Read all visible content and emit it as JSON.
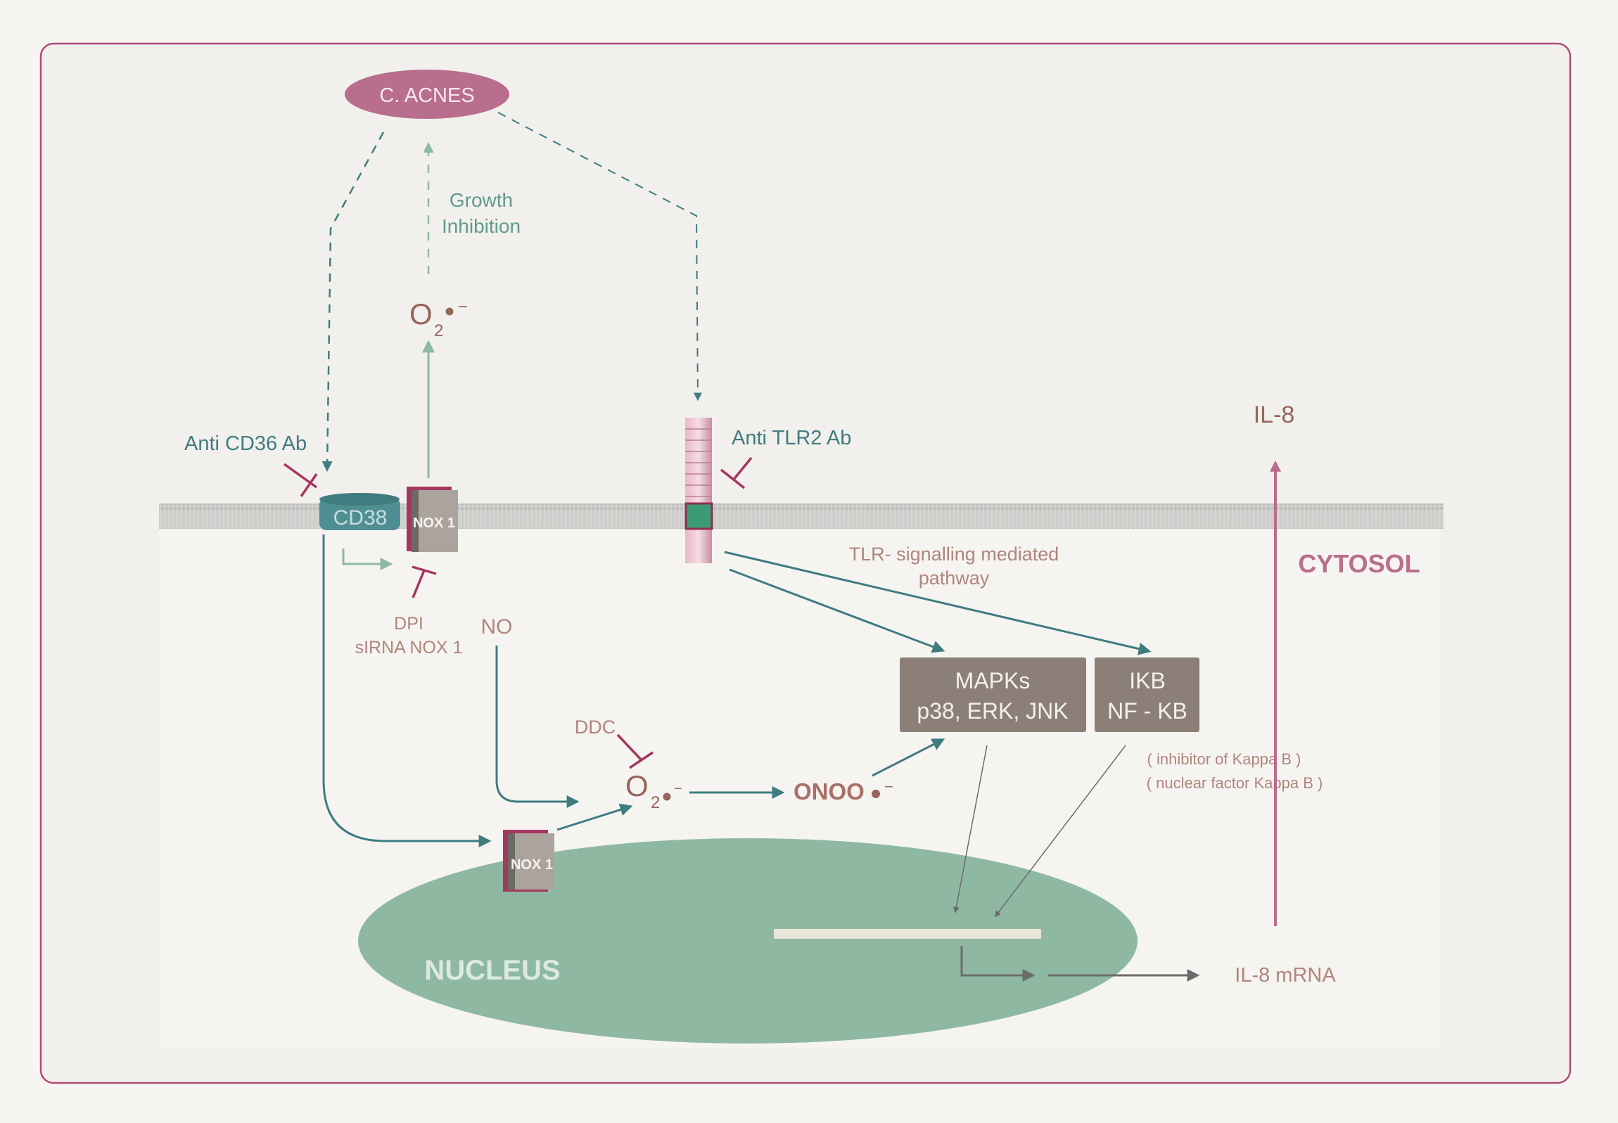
{
  "labels": {
    "c_acnes": "C. ACNES",
    "growth_1": "Growth",
    "growth_2": "Inhibition",
    "o2": "O",
    "o2_sub": "2",
    "radical_minus": "−",
    "anti_cd36": "Anti CD36 Ab",
    "anti_tlr2": "Anti TLR2 Ab",
    "cd38": "CD38",
    "nox1": "NOX 1",
    "dpi": "DPI",
    "sirna": "sIRNA  NOX 1",
    "no": "NO",
    "ddc": "DDC",
    "onoo": "ONOO",
    "tlr_path_1": "TLR- signalling mediated",
    "tlr_path_2": "pathway",
    "mapks_1": "MAPKs",
    "mapks_2": "p38, ERK, JNK",
    "ikb_1": "IKB",
    "ikb_2": "NF - KB",
    "ikb_note_1": "( inhibitor of Kappa B )",
    "ikb_note_2": "( nuclear factor Kappa B )",
    "il8": "IL-8",
    "cytosol": "CYTOSOL",
    "nucleus": "NUCLEUS",
    "il8_mrna": "IL-8 mRNA"
  },
  "colors": {
    "background": "#f6f5f2",
    "panel": "#f2f0ec",
    "border": "#b04a78",
    "teal": "#3f7c80",
    "light_teal": "#8fb8a2",
    "rose": "#b86e8c",
    "rose_dark": "#a5365f",
    "brown_text": "#b0857c",
    "dark_brown": "#96655c",
    "box_gray": "#8b7f78",
    "nucleus": "#8fb8a2",
    "nucleus_text": "#dbe9e1",
    "membrane": "#c9c9c9",
    "gene_bar": "#e8e6d8",
    "gray_arrow": "#6b6b6b"
  },
  "icons": [
    "arrow-head",
    "inhibition-bar",
    "membrane-bilayer",
    "receptor-tlr2",
    "channel-nox1"
  ]
}
